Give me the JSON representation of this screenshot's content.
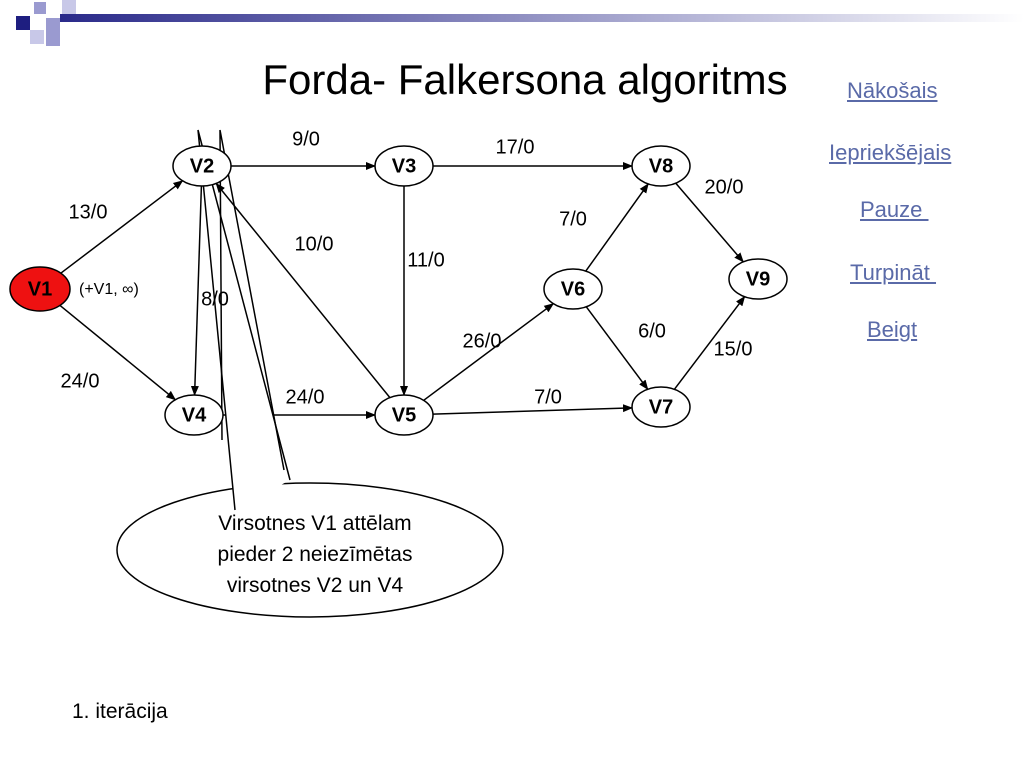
{
  "slide": {
    "title": "Forda- Falkersona algoritms",
    "iteration_label": "1. iterācija",
    "callout_lines": [
      "Virsotnes V1 attēlam",
      "pieder 2 neiezīmētas",
      "virsotnes V2 un V4"
    ]
  },
  "navigation": {
    "next": "Nākošais",
    "previous": "Iepriekšējais",
    "pause": "Pauze ",
    "continue": "Turpināt ",
    "end": "Beigt"
  },
  "colors": {
    "highlight_node": "#ee1111",
    "link": "#5a6aa8",
    "corner_dark": "#1e1e80",
    "corner_light": "#9a9ad0"
  },
  "graph": {
    "nodes": [
      {
        "id": "V1",
        "label": "V1",
        "highlight": true
      },
      {
        "id": "V2",
        "label": "V2"
      },
      {
        "id": "V3",
        "label": "V3"
      },
      {
        "id": "V4",
        "label": "V4"
      },
      {
        "id": "V5",
        "label": "V5"
      },
      {
        "id": "V6",
        "label": "V6"
      },
      {
        "id": "V7",
        "label": "V7"
      },
      {
        "id": "V8",
        "label": "V8"
      },
      {
        "id": "V9",
        "label": "V9"
      }
    ],
    "edges": [
      {
        "from": "V1",
        "to": "V2",
        "label": "13/0"
      },
      {
        "from": "V1",
        "to": "V4",
        "label": "24/0"
      },
      {
        "from": "V2",
        "to": "V3",
        "label": "9/0"
      },
      {
        "from": "V2",
        "to": "V4",
        "label": "8/0"
      },
      {
        "from": "V3",
        "to": "V8",
        "label": "17/0"
      },
      {
        "from": "V3",
        "to": "V5",
        "label": "11/0"
      },
      {
        "from": "V5",
        "to": "V2",
        "label": "10/0"
      },
      {
        "from": "V4",
        "to": "V5",
        "label": "24/0"
      },
      {
        "from": "V5",
        "to": "V6",
        "label": "26/0"
      },
      {
        "from": "V5",
        "to": "V7",
        "label": "7/0"
      },
      {
        "from": "V6",
        "to": "V8",
        "label": "7/0"
      },
      {
        "from": "V6",
        "to": "V7",
        "label": "6/0"
      },
      {
        "from": "V8",
        "to": "V9",
        "label": "20/0"
      },
      {
        "from": "V7",
        "to": "V9",
        "label": "15/0"
      }
    ],
    "node_annotation": {
      "node": "V1",
      "text": "(+V1, ∞)"
    }
  }
}
